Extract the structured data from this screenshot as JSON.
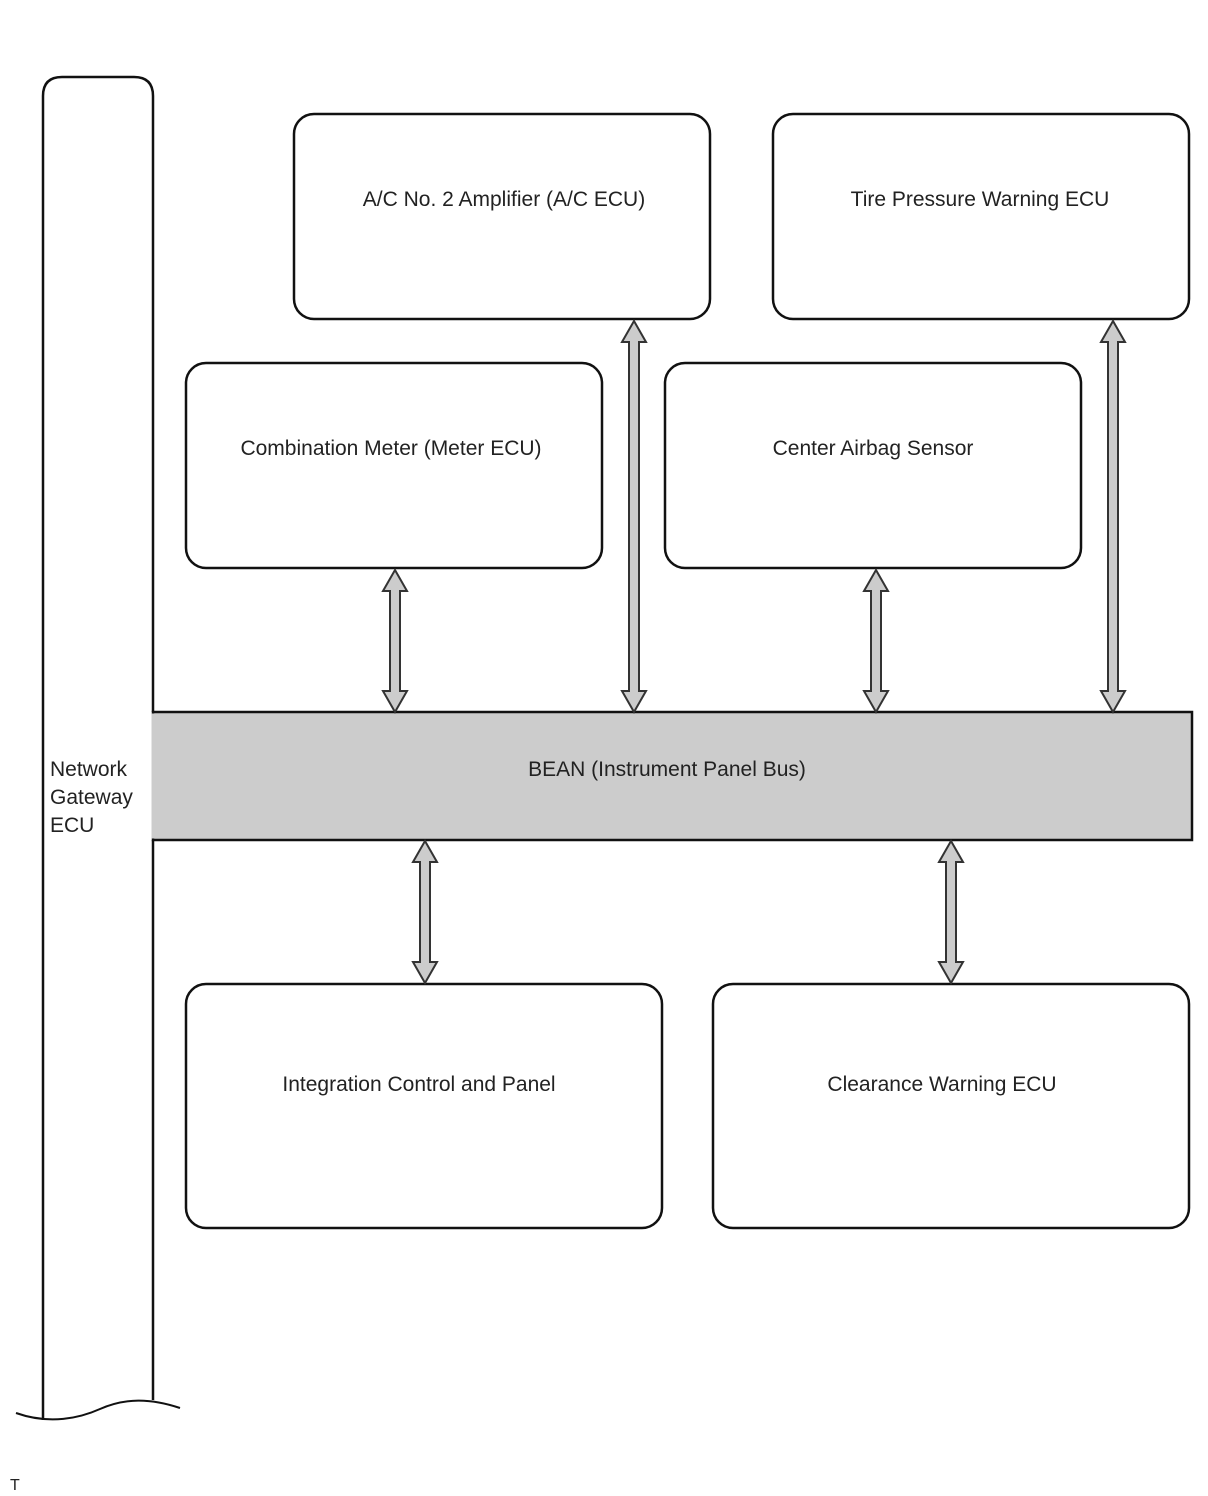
{
  "gateway": {
    "label_lines": [
      "Network",
      "Gateway",
      "ECU"
    ]
  },
  "bus": {
    "label": "BEAN (Instrument Panel Bus)",
    "fill_color": "#cccccc"
  },
  "ecus": {
    "ac_amplifier": "A/C No. 2 Amplifier (A/C ECU)",
    "tire_pressure": "Tire Pressure Warning ECU",
    "combination_meter": "Combination Meter (Meter ECU)",
    "center_airbag": "Center Airbag Sensor",
    "integration_control": "Integration Control and Panel",
    "clearance_warning": "Clearance Warning ECU"
  },
  "connections": [
    {
      "from": "combination_meter",
      "to": "bus",
      "type": "bidirectional"
    },
    {
      "from": "ac_amplifier",
      "to": "bus",
      "type": "bidirectional"
    },
    {
      "from": "center_airbag",
      "to": "bus",
      "type": "bidirectional"
    },
    {
      "from": "tire_pressure",
      "to": "bus",
      "type": "bidirectional"
    },
    {
      "from": "bus",
      "to": "integration_control",
      "type": "bidirectional"
    },
    {
      "from": "bus",
      "to": "clearance_warning",
      "type": "bidirectional"
    }
  ],
  "colors": {
    "arrow_fill": "#cccccc",
    "stroke": "#111111"
  },
  "corner_mark": "T"
}
